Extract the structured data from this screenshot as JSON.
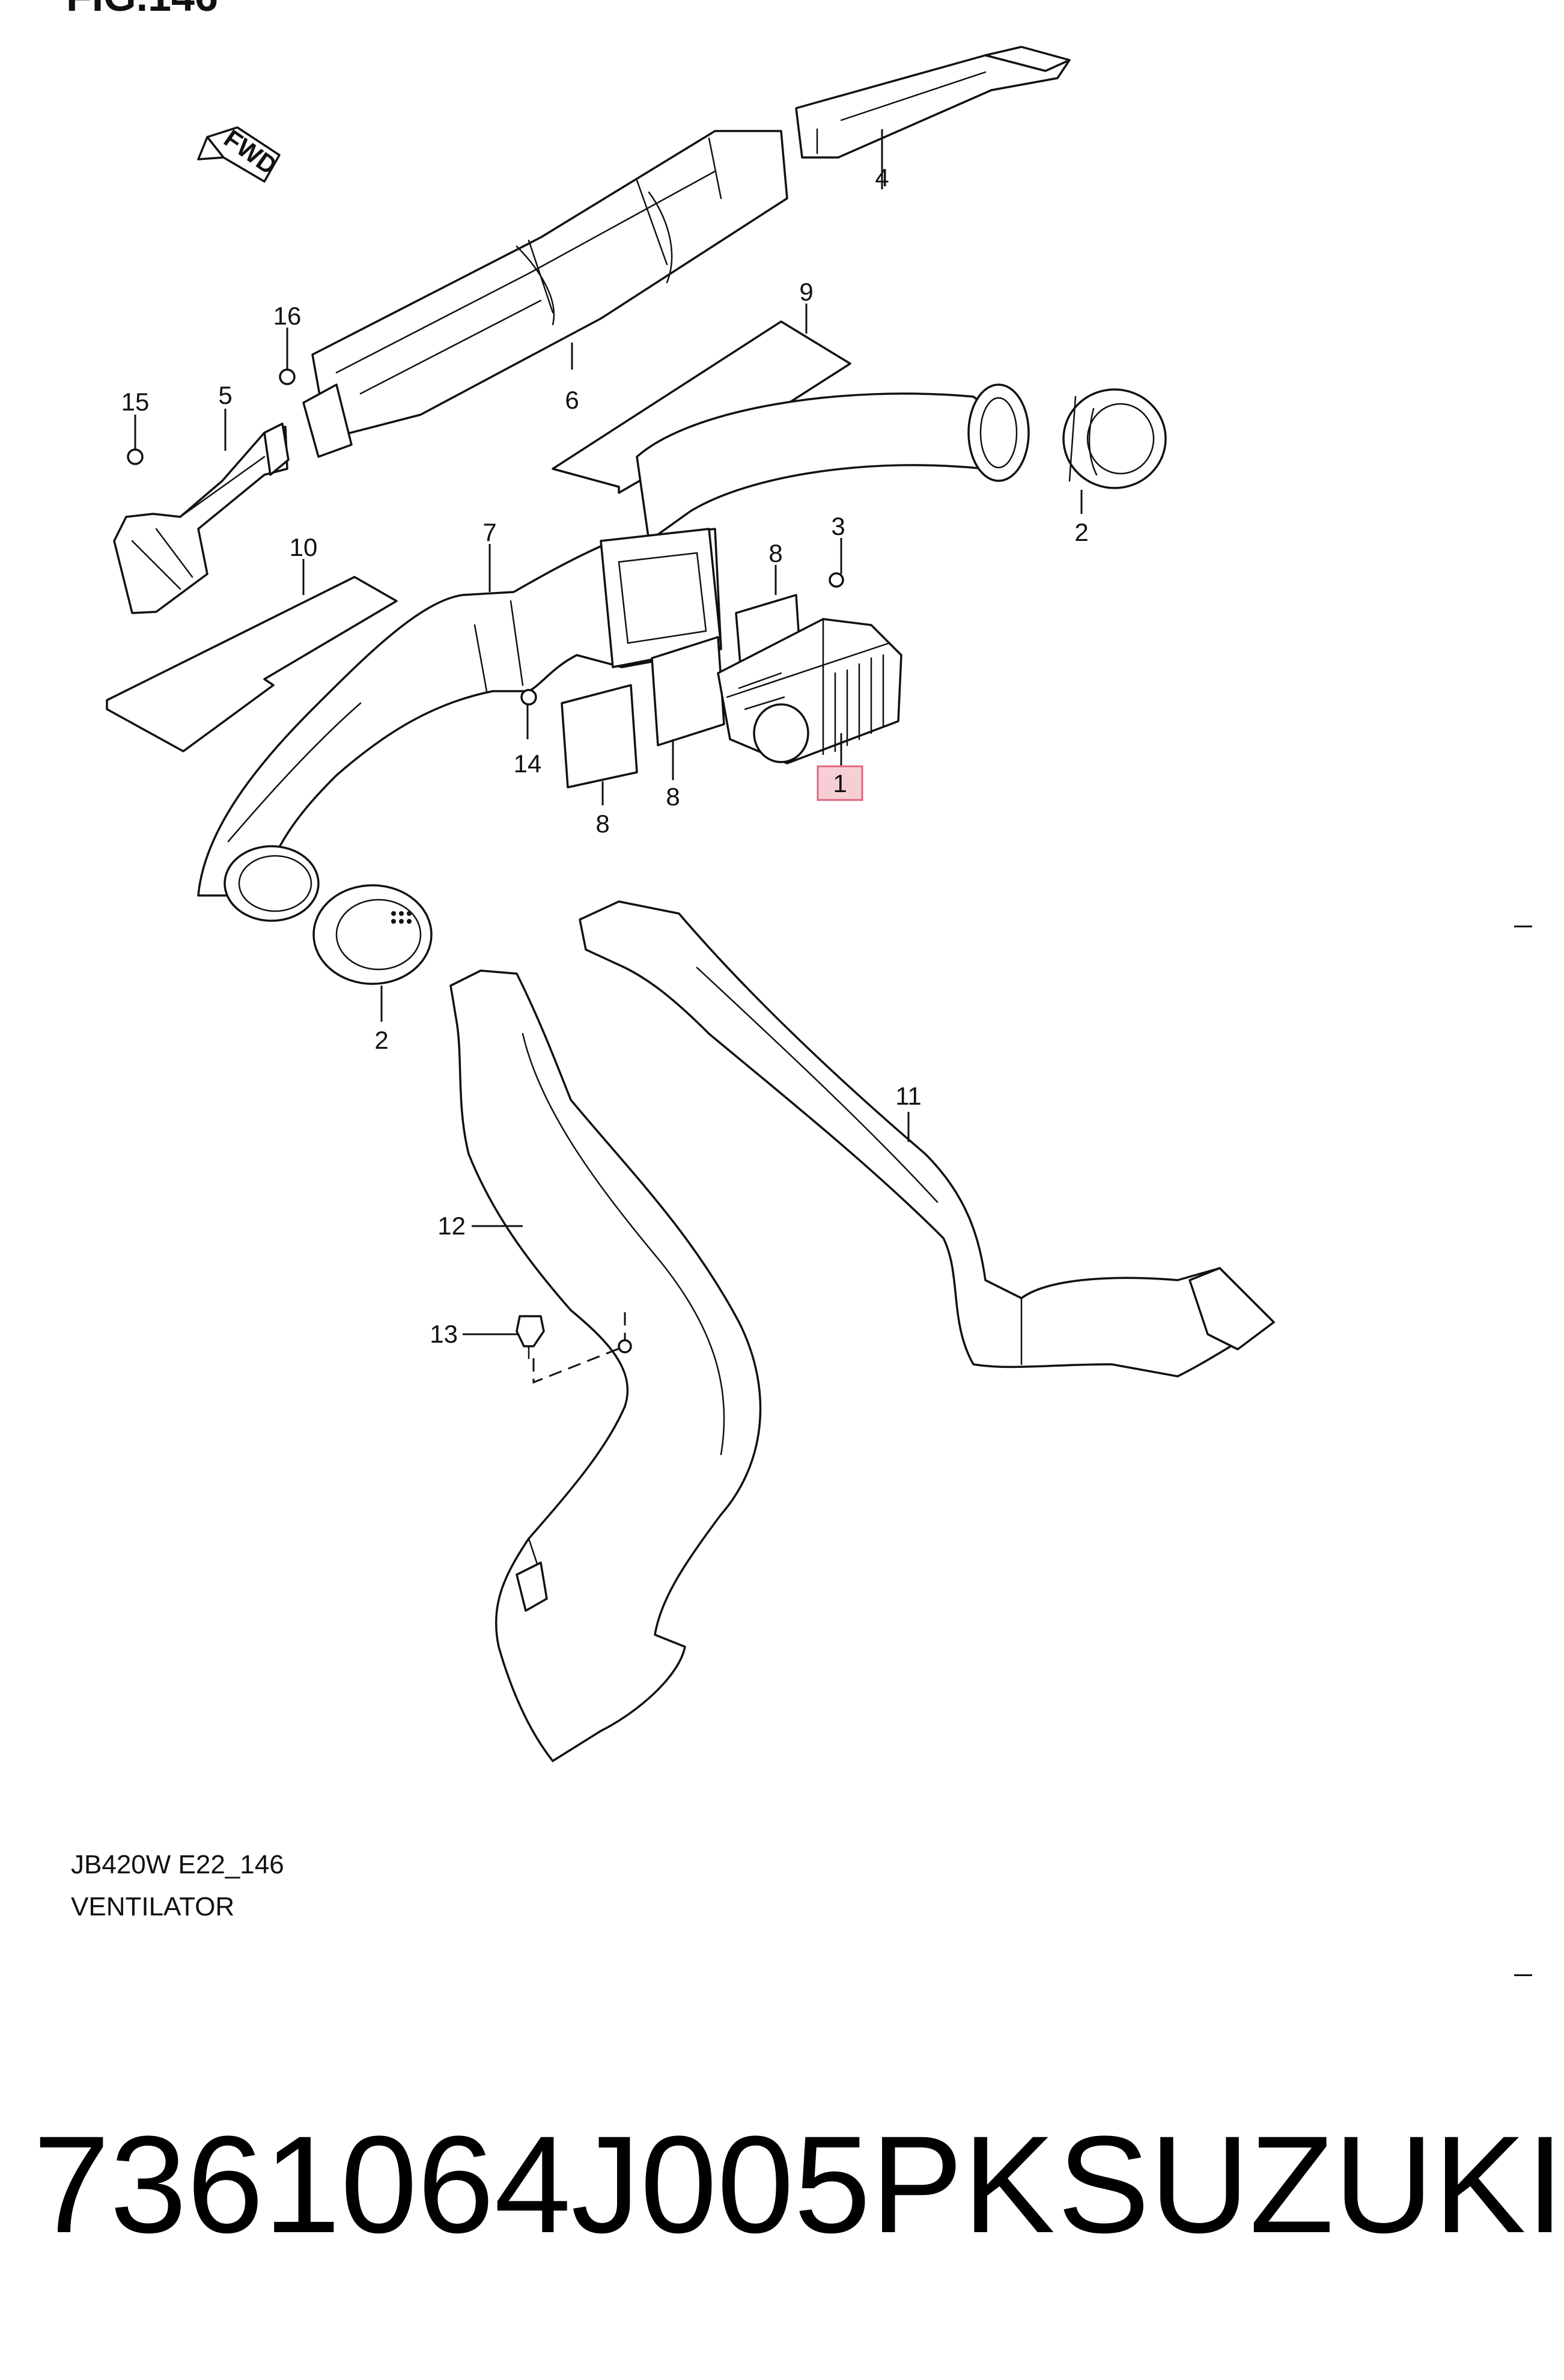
{
  "figure": {
    "title": "FIG.146",
    "direction_label": "FWD",
    "code": "JB420W E22_146",
    "name": "VENTILATOR"
  },
  "callouts": [
    "1",
    "2",
    "2",
    "3",
    "4",
    "5",
    "6",
    "7",
    "8",
    "8",
    "8",
    "9",
    "10",
    "11",
    "12",
    "13",
    "14",
    "15",
    "16"
  ],
  "highlighted_callout": "1",
  "footer": {
    "part_number": "7361064J005PK",
    "brand": "SUZUKI"
  }
}
